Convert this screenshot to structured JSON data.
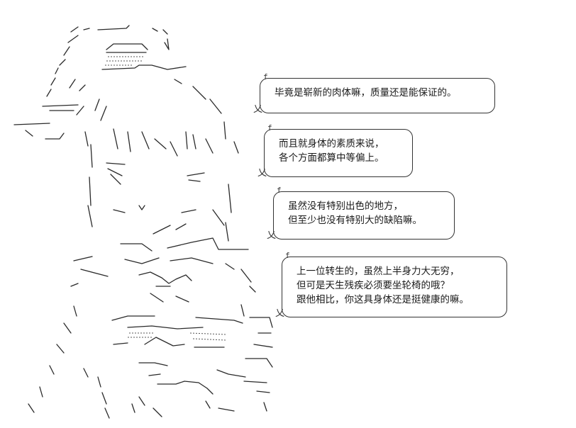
{
  "bubbles": [
    {
      "lines": [
        "毕竟是崭新的肉体嘛，质量还是能保证的。"
      ]
    },
    {
      "lines": [
        "而且就身体的素质来说，",
        "各个方面都算中等偏上。"
      ]
    },
    {
      "lines": [
        "虽然没有特别出色的地方，",
        "但至少也没有特别大的缺陷嘛。"
      ]
    },
    {
      "lines": [
        "上一位转生的，虽然上半身力大无穷，",
        "但可是天生残疾必须要坐轮椅的哦？",
        "跟他相比，你这具身体还是挺健康的嘛。"
      ]
    }
  ],
  "art": {
    "icon": "ascii-art-character"
  }
}
